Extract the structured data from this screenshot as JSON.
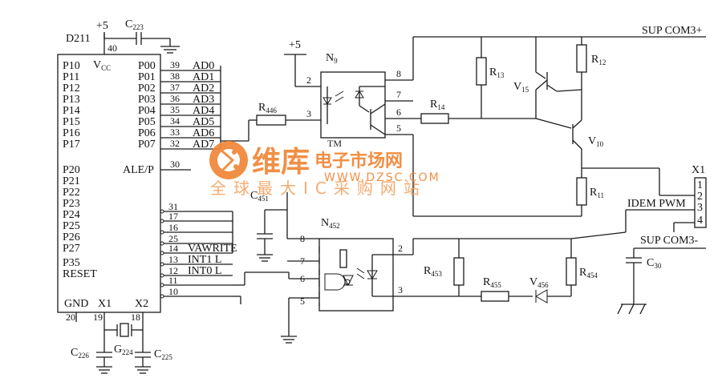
{
  "mcu": {
    "name": "D211",
    "vcc": "V",
    "vcc_sub": "CC",
    "vcc_pin": "40",
    "left_pins": [
      "P10",
      "P11",
      "P12",
      "P13",
      "P14",
      "P15",
      "P16",
      "P17",
      "P20",
      "P21",
      "P22",
      "P23",
      "P24",
      "P25",
      "P26",
      "P27",
      "P35",
      "RESET"
    ],
    "right_pins": [
      "P00",
      "P01",
      "P02",
      "P03",
      "P04",
      "P05",
      "P06",
      "P07"
    ],
    "right_pin_numbers": [
      "39",
      "38",
      "37",
      "36",
      "35",
      "34",
      "33",
      "32"
    ],
    "ale_label": "ALE/P",
    "ale_pin": "30",
    "bottom_labels": [
      "GND",
      "X1",
      "X2"
    ],
    "bottom_pins": [
      "20",
      "19",
      "18"
    ]
  },
  "bus": {
    "ad_labels": [
      "AD0",
      "AD1",
      "AD2",
      "AD3",
      "AD4",
      "AD5",
      "AD6",
      "AD7"
    ],
    "lower_pins": [
      "31",
      "17",
      "16",
      "25",
      "14",
      "13",
      "12",
      "11",
      "10"
    ],
    "lower_signals": [
      "VAWRITE",
      "INT1 L",
      "INT0 L"
    ]
  },
  "supply": {
    "plus5": "+5"
  },
  "components": {
    "c223": {
      "base": "C",
      "sub": "223"
    },
    "c226": {
      "base": "C",
      "sub": "226"
    },
    "c225": {
      "base": "C",
      "sub": "225"
    },
    "g224": {
      "base": "G",
      "sub": "224"
    },
    "c451": {
      "base": "C",
      "sub": "451"
    },
    "c30": {
      "base": "C",
      "sub": "30"
    },
    "r446": {
      "base": "R",
      "sub": "446"
    },
    "r14": {
      "base": "R",
      "sub": "14"
    },
    "r13": {
      "base": "R",
      "sub": "13"
    },
    "r12": {
      "base": "R",
      "sub": "12"
    },
    "r11": {
      "base": "R",
      "sub": "11"
    },
    "r453": {
      "base": "R",
      "sub": "453"
    },
    "r455": {
      "base": "R",
      "sub": "455"
    },
    "r454": {
      "base": "R",
      "sub": "454"
    },
    "v15": {
      "base": "V",
      "sub": "15"
    },
    "v10": {
      "base": "V",
      "sub": "10"
    },
    "v456": {
      "base": "V",
      "sub": "456"
    },
    "n9": {
      "base": "N",
      "sub": "9"
    },
    "n452": {
      "base": "N",
      "sub": "452"
    }
  },
  "n9_pins": [
    "2",
    "3",
    "8",
    "7",
    "6",
    "5"
  ],
  "n452_pins": [
    "8",
    "7",
    "6",
    "5",
    "2",
    "3"
  ],
  "connector": {
    "name": "X1",
    "pins": [
      "1",
      "2",
      "3",
      "4"
    ],
    "idem": "IDEM PWM",
    "sup_plus": "SUP COM3+",
    "sup_minus": "SUP COM3-"
  },
  "watermark": {
    "cn_title": "维库",
    "cn_sub": "电子市场网",
    "tm": "TM",
    "url": "WWW.DZSC.COM",
    "slogan": "全球最大IC采购网站"
  }
}
